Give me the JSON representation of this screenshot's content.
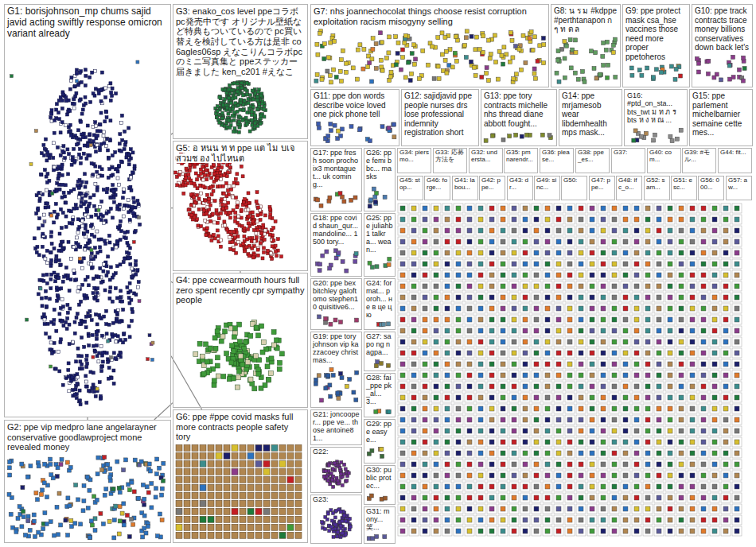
{
  "diagram": {
    "nodes": [
      {
        "text": [
          "G1: borisjohnson_mp chums sajid javid acting swiftly response omicron variant already"
        ]
      },
      {
        "text": [
          "G2: ppe vip medpro lane angelarayner conservative goodlawproject mone revealed money"
        ]
      },
      {
        "text": [
          "G3: enako_cos level ppeコラボpc発売中です オリジナル壁紙など特典もついているので pc買い替えを検討している方は是非 co 6agles06sp えなこりんコラボpcのミニ写真集と ppeステッカー届きました ken_c201 #えなこ"
        ]
      },
      {
        "text": [
          "G5: อ หนน ท ท ppe แต ไม บเจ สวมช อง ไปไหนต"
        ]
      },
      {
        "text": [
          "G4: ppe ccwearmouth hours full zero spent recently cpr sympathy people"
        ]
      },
      {
        "text": [
          "G6: ppe #ppe covid masks full more contracts people safety tory"
        ]
      },
      {
        "text": [
          "G7: nhs joannechocolat things choose resist corruption exploitation racism misogyny selling"
        ]
      },
      {
        "text": [
          "G8: น ร ม #kdppe #perthtanapon ก ๆ ท ต ล"
        ]
      },
      {
        "text": [
          "G9: ppe protect mask csa_hse vaccines those need more proper ppetoheros"
        ]
      },
      {
        "text": [
          "G10: ppe track contracts trace money billions conservatives down back let's"
        ]
      },
      {
        "text": [
          "G11: ppe don words describe voice loved one pick phone tell"
        ]
      },
      {
        "text": [
          "G12: sajidjavid ppe people nurses drs lose professional indemnity registration short"
        ]
      },
      {
        "text": [
          "G13: ppe tory contracts michelle nhs thread diane abbott fought..."
        ]
      },
      {
        "text": [
          "G14: ppe mrjamesob wear libdemhealth mps mask..."
        ]
      },
      {
        "text": [
          "G16: #ptd_on_sta... bts_twt ม ท ภ ร bts ห ง ห ณ ..."
        ]
      },
      {
        "text": [
          "G15: ppe parlement michelbarnier semaine cette mes..."
        ]
      },
      {
        "text": [
          "G17: ppe fresh soon prochoix3 montaguet... uk coming..."
        ]
      },
      {
        "text": [
          "G26: ppe femi bbc... masks"
        ]
      },
      {
        "text": [
          "G18: ppe covid shaun_qur... mandoline... 1500 tory..."
        ]
      },
      {
        "text": [
          "G25: ppe juliahb1 talkra... wean..."
        ]
      },
      {
        "text": [
          "G20: ppe bexbitchley galoftomo stephen10 quisitive6..."
        ]
      },
      {
        "text": [
          "G24: format... poroh... не в це цю"
        ]
      },
      {
        "text": [
          "G19: ppe tory johnson vip kazzacoey christmas..."
        ]
      },
      {
        "text": [
          "G27: sa po ng nagpa..."
        ]
      },
      {
        "text": [
          "G28: fai_ppe pk_al... 3..."
        ]
      },
      {
        "text": [
          "G21: joncooper... ppe ve... those antoine81..."
        ]
      },
      {
        "text": [
          "G22:"
        ]
      },
      {
        "text": [
          "G23:"
        ]
      },
      {
        "text": [
          "G29: ppe easye..."
        ]
      },
      {
        "text": [
          "G30: public protec..."
        ]
      },
      {
        "text": [
          "G31: mony... 笑..."
        ]
      },
      {
        "text": [
          "G34: piersmo..."
        ]
      },
      {
        "text": [
          "G33: 応募 方法を"
        ]
      },
      {
        "text": [
          "G32: understa..."
        ]
      },
      {
        "text": [
          "G35: pm narendr..."
        ]
      },
      {
        "text": [
          "G36: please..."
        ]
      },
      {
        "text": [
          "G38: ppe_es..."
        ]
      },
      {
        "text": [
          "G37:"
        ]
      },
      {
        "text": [
          "G40: com..."
        ]
      },
      {
        "text": [
          "G39: #モル..."
        ]
      },
      {
        "text": [
          "G44: fit..."
        ]
      },
      {
        "text": [
          "G45: stop..."
        ]
      },
      {
        "text": [
          "G46: forge..."
        ]
      },
      {
        "text": [
          "G41: labou..."
        ]
      },
      {
        "text": [
          "G42: ppe..."
        ]
      },
      {
        "text": [
          "G43: dr..."
        ]
      },
      {
        "text": [
          "G49: sinc..."
        ]
      },
      {
        "text": [
          "G50:"
        ]
      },
      {
        "text": [
          "G47: ppe..."
        ]
      },
      {
        "text": [
          "G48: ifc_o..."
        ]
      },
      {
        "text": [
          "G52: sam..."
        ]
      },
      {
        "text": [
          "G51: esc..."
        ]
      },
      {
        "text": [
          "G56: 000..."
        ]
      },
      {
        "text": [
          "G57: aw..."
        ]
      }
    ],
    "edges": [
      {
        "from": 0,
        "to": 3,
        "arrow": "none"
      },
      {
        "from": 0,
        "to": 4,
        "arrow": "none"
      },
      {
        "from": 0,
        "to": 1,
        "arrow": "none"
      },
      {
        "from": 0,
        "to": 5,
        "arrow": "none"
      },
      {
        "from": 0,
        "to": 2,
        "arrow": "none"
      },
      {
        "from": 3,
        "to": 4,
        "arrow": "none"
      },
      {
        "from": 4,
        "to": 1,
        "arrow": "none"
      }
    ]
  }
}
